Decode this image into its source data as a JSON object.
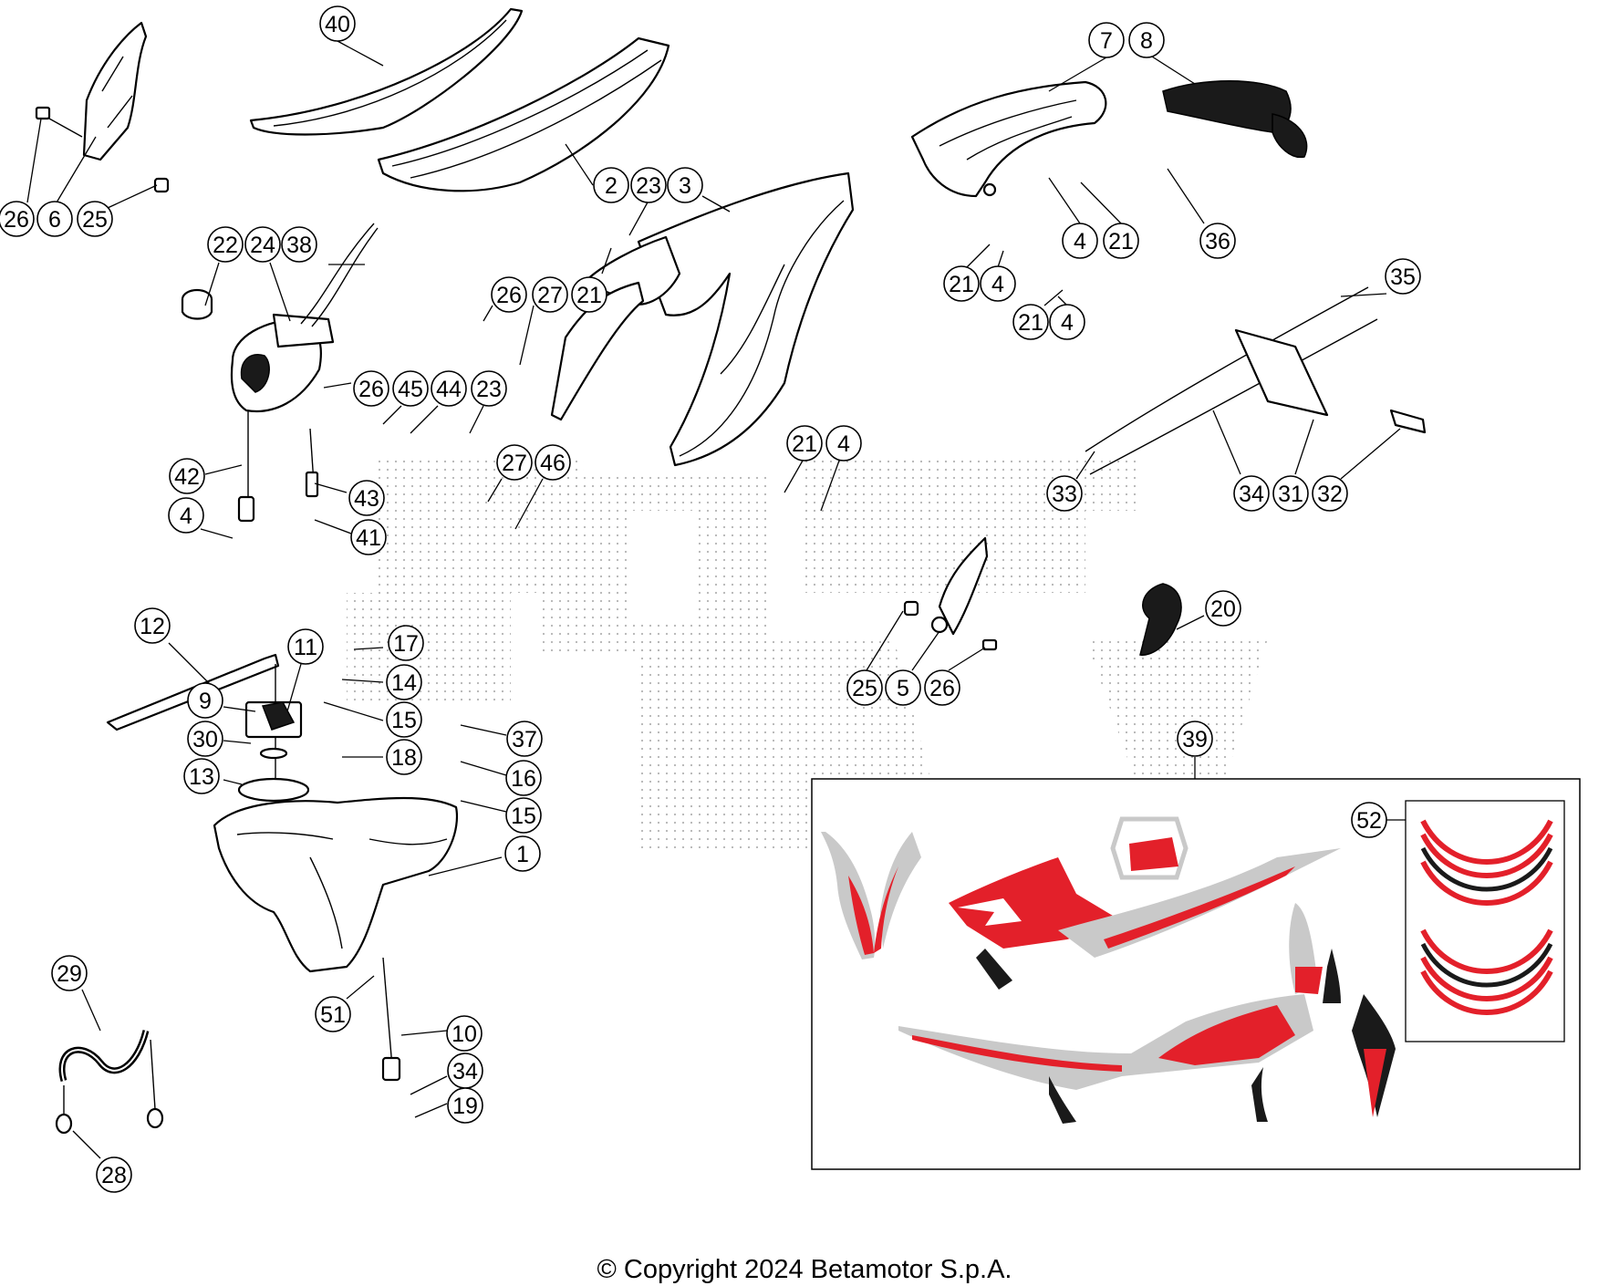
{
  "footer": {
    "copyright": "© Copyright 2024 Betamotor S.p.A."
  },
  "colors": {
    "decal_red": "#e3202a",
    "decal_black": "#1a1a1a",
    "decal_grey": "#c9c9c9",
    "line": "#000000"
  },
  "callouts": [
    {
      "id": "c40",
      "text": "40"
    },
    {
      "id": "c26a",
      "text": "26"
    },
    {
      "id": "c6",
      "text": "6"
    },
    {
      "id": "c25a",
      "text": "25"
    },
    {
      "id": "c2",
      "text": "2"
    },
    {
      "id": "c23a",
      "text": "23"
    },
    {
      "id": "c3",
      "text": "3"
    },
    {
      "id": "c7",
      "text": "7"
    },
    {
      "id": "c8",
      "text": "8"
    },
    {
      "id": "c22",
      "text": "22"
    },
    {
      "id": "c24",
      "text": "24"
    },
    {
      "id": "c38",
      "text": "38"
    },
    {
      "id": "c26b",
      "text": "26"
    },
    {
      "id": "c27a",
      "text": "27"
    },
    {
      "id": "c21a",
      "text": "21"
    },
    {
      "id": "c4a",
      "text": "4"
    },
    {
      "id": "c21b",
      "text": "21"
    },
    {
      "id": "c36",
      "text": "36"
    },
    {
      "id": "c21c",
      "text": "21"
    },
    {
      "id": "c4b",
      "text": "4"
    },
    {
      "id": "c21d",
      "text": "21"
    },
    {
      "id": "c4c",
      "text": "4"
    },
    {
      "id": "c35",
      "text": "35"
    },
    {
      "id": "c26c",
      "text": "26"
    },
    {
      "id": "c45",
      "text": "45"
    },
    {
      "id": "c44",
      "text": "44"
    },
    {
      "id": "c23b",
      "text": "23"
    },
    {
      "id": "c21e",
      "text": "21"
    },
    {
      "id": "c4d",
      "text": "4"
    },
    {
      "id": "c42",
      "text": "42"
    },
    {
      "id": "c27b",
      "text": "27"
    },
    {
      "id": "c46",
      "text": "46"
    },
    {
      "id": "c43",
      "text": "43"
    },
    {
      "id": "c4e",
      "text": "4"
    },
    {
      "id": "c41",
      "text": "41"
    },
    {
      "id": "c33",
      "text": "33"
    },
    {
      "id": "c34a",
      "text": "34"
    },
    {
      "id": "c31",
      "text": "31"
    },
    {
      "id": "c32",
      "text": "32"
    },
    {
      "id": "c20",
      "text": "20"
    },
    {
      "id": "c12",
      "text": "12"
    },
    {
      "id": "c11",
      "text": "11"
    },
    {
      "id": "c17",
      "text": "17"
    },
    {
      "id": "c14",
      "text": "14"
    },
    {
      "id": "c9",
      "text": "9"
    },
    {
      "id": "c15a",
      "text": "15"
    },
    {
      "id": "c25b",
      "text": "25"
    },
    {
      "id": "c5",
      "text": "5"
    },
    {
      "id": "c26d",
      "text": "26"
    },
    {
      "id": "c30",
      "text": "30"
    },
    {
      "id": "c37",
      "text": "37"
    },
    {
      "id": "c39",
      "text": "39"
    },
    {
      "id": "c18",
      "text": "18"
    },
    {
      "id": "c16",
      "text": "16"
    },
    {
      "id": "c13",
      "text": "13"
    },
    {
      "id": "c15b",
      "text": "15"
    },
    {
      "id": "c52",
      "text": "52"
    },
    {
      "id": "c1",
      "text": "1"
    },
    {
      "id": "c29",
      "text": "29"
    },
    {
      "id": "c51",
      "text": "51"
    },
    {
      "id": "c10",
      "text": "10"
    },
    {
      "id": "c34b",
      "text": "34"
    },
    {
      "id": "c19",
      "text": "19"
    },
    {
      "id": "c28",
      "text": "28"
    }
  ]
}
